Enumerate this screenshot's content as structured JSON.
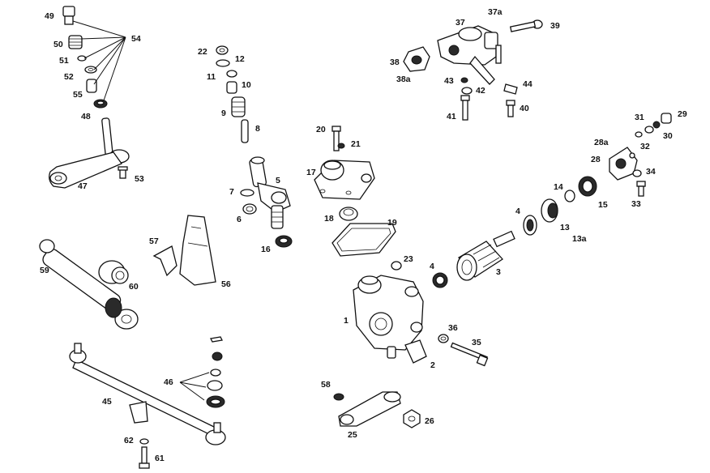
{
  "diagram": {
    "labels": {
      "n1": "1",
      "n2": "2",
      "n3": "3",
      "n4a": "4",
      "n4b": "4",
      "n5": "5",
      "n6": "6",
      "n7": "7",
      "n8": "8",
      "n9": "9",
      "n10": "10",
      "n11": "11",
      "n12": "12",
      "n13": "13",
      "n13a": "13a",
      "n14": "14",
      "n15": "15",
      "n16": "16",
      "n17": "17",
      "n18": "18",
      "n19": "19",
      "n20": "20",
      "n21": "21",
      "n22": "22",
      "n23": "23",
      "n25": "25",
      "n26": "26",
      "n28": "28",
      "n28a": "28a",
      "n29": "29",
      "n30": "30",
      "n31": "31",
      "n32": "32",
      "n33": "33",
      "n34": "34",
      "n35": "35",
      "n36": "36",
      "n37": "37",
      "n37a": "37a",
      "n38": "38",
      "n38a": "38a",
      "n39": "39",
      "n40": "40",
      "n41": "41",
      "n42": "42",
      "n43": "43",
      "n44": "44",
      "n45": "45",
      "n46": "46",
      "n47": "47",
      "n48": "48",
      "n49": "49",
      "n50": "50",
      "n51": "51",
      "n52": "52",
      "n53": "53",
      "n54": "54",
      "n55": "55",
      "n56": "56",
      "n57": "57",
      "n58": "58",
      "n59": "59",
      "n60": "60",
      "n61": "61",
      "n62": "62"
    }
  }
}
